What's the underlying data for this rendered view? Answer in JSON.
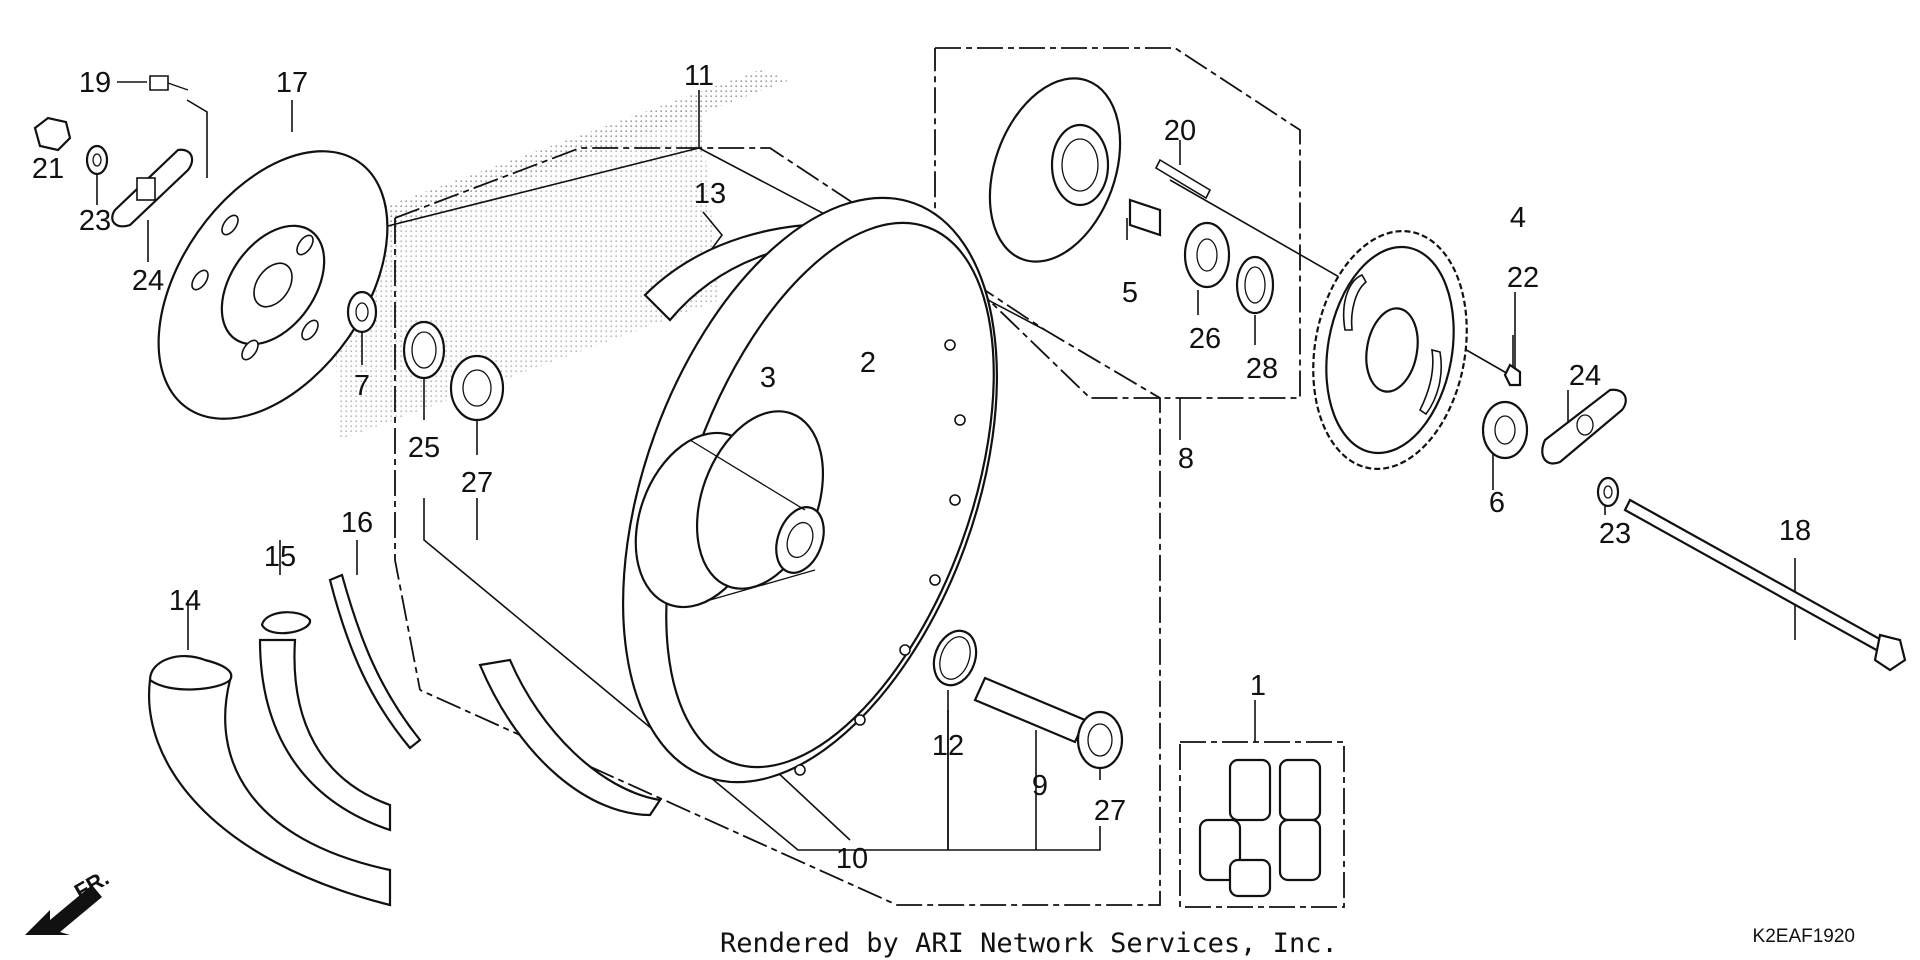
{
  "parts": [
    {
      "id": "p1",
      "label": "1"
    },
    {
      "id": "p2",
      "label": "2"
    },
    {
      "id": "p3",
      "label": "3"
    },
    {
      "id": "p4",
      "label": "4"
    },
    {
      "id": "p5",
      "label": "5"
    },
    {
      "id": "p6",
      "label": "6"
    },
    {
      "id": "p7",
      "label": "7"
    },
    {
      "id": "p8",
      "label": "8"
    },
    {
      "id": "p9",
      "label": "9"
    },
    {
      "id": "p10",
      "label": "10"
    },
    {
      "id": "p11",
      "label": "11"
    },
    {
      "id": "p12",
      "label": "12"
    },
    {
      "id": "p13",
      "label": "13"
    },
    {
      "id": "p14",
      "label": "14"
    },
    {
      "id": "p15",
      "label": "15"
    },
    {
      "id": "p16",
      "label": "16"
    },
    {
      "id": "p17",
      "label": "17"
    },
    {
      "id": "p18",
      "label": "18"
    },
    {
      "id": "p19",
      "label": "19"
    },
    {
      "id": "p20",
      "label": "20"
    },
    {
      "id": "p21",
      "label": "21"
    },
    {
      "id": "p22",
      "label": "22"
    },
    {
      "id": "p23a",
      "label": "23"
    },
    {
      "id": "p23b",
      "label": "23"
    },
    {
      "id": "p24a",
      "label": "24"
    },
    {
      "id": "p24b",
      "label": "24"
    },
    {
      "id": "p25",
      "label": "25"
    },
    {
      "id": "p26",
      "label": "26"
    },
    {
      "id": "p27a",
      "label": "27"
    },
    {
      "id": "p27b",
      "label": "27"
    },
    {
      "id": "p28",
      "label": "28"
    }
  ],
  "direction_marker": {
    "label": "FR."
  },
  "footer": {
    "credit": "Rendered by ARI Network Services, Inc.",
    "diagram_code": "K2EAF1920"
  }
}
